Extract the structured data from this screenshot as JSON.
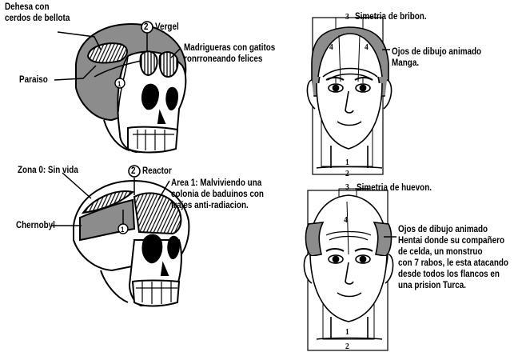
{
  "skull_top": {
    "label_dehesa": "Dehesa con\ncerdos de bellota",
    "label_vergel": "Vergel",
    "label_madrigueras": "Madrigueras con gatitos\nronrroneando felices",
    "label_paraiso": "Paraiso",
    "marker_vergel": "2",
    "marker_paraiso": "1"
  },
  "skull_bottom": {
    "label_zona0": "Zona 0: Sin vida",
    "label_reactor": "Reactor",
    "label_area1": "Area 1: Malviviendo una\ncolonia de baduinos con\ntrajes anti-radiacion.",
    "label_chernobyl": "Chernobyl",
    "marker_reactor": "2",
    "marker_chernobyl": "1"
  },
  "face_top": {
    "label_simetria": "Simetria de bribon.",
    "label_ojos": "Ojos de dibujo animado\nManga.",
    "num_3": "3",
    "num_4a": "4",
    "num_4b": "4",
    "num_1": "1",
    "num_2": "2"
  },
  "face_bottom": {
    "label_simetria": "Simetria de huevon.",
    "label_ojos": "Ojos de dibujo animado\nHentai donde su compañero\nde celda, un monstruo\ncon 7 rabos, le esta atacando\ndesde todos los flancos en\nuna prision Turca.",
    "num_3": "3",
    "num_4": "4",
    "num_1": "1",
    "num_2": "2"
  },
  "colors": {
    "ink": "#000000",
    "shade": "#8c8c8c",
    "paper": "#ffffff"
  }
}
